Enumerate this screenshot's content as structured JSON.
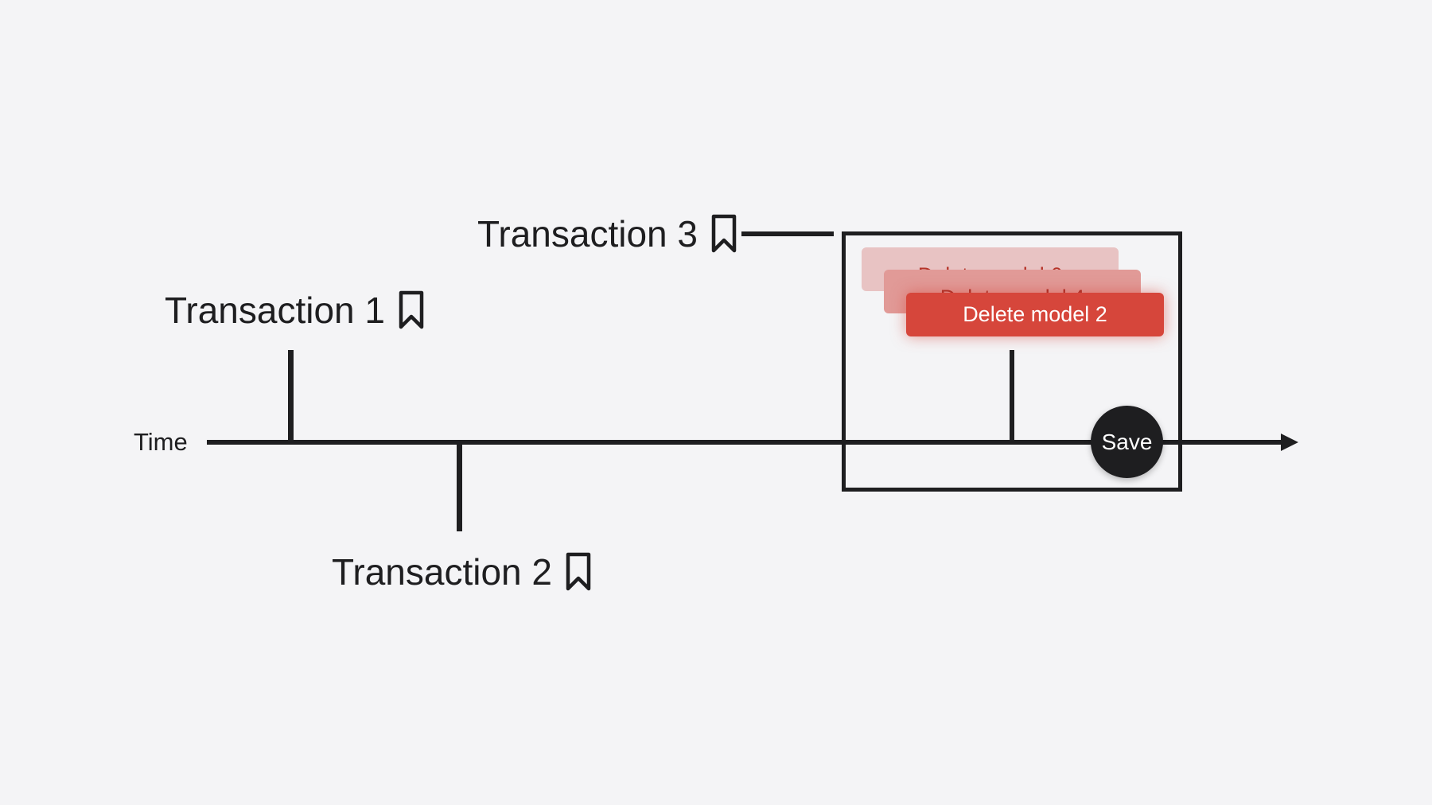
{
  "diagram": {
    "time_label": "Time",
    "transactions": [
      {
        "label": "Transaction 1",
        "icon": "bookmark-icon"
      },
      {
        "label": "Transaction 2",
        "icon": "bookmark-icon"
      },
      {
        "label": "Transaction 3",
        "icon": "bookmark-icon"
      }
    ],
    "operations": [
      {
        "label": "Delete model 6"
      },
      {
        "label": "Delete model 4"
      },
      {
        "label": "Delete model 2"
      }
    ],
    "save_label": "Save",
    "colors": {
      "background": "#f4f4f6",
      "ink": "#1e1e20",
      "accent_red": "#d6463b"
    }
  }
}
